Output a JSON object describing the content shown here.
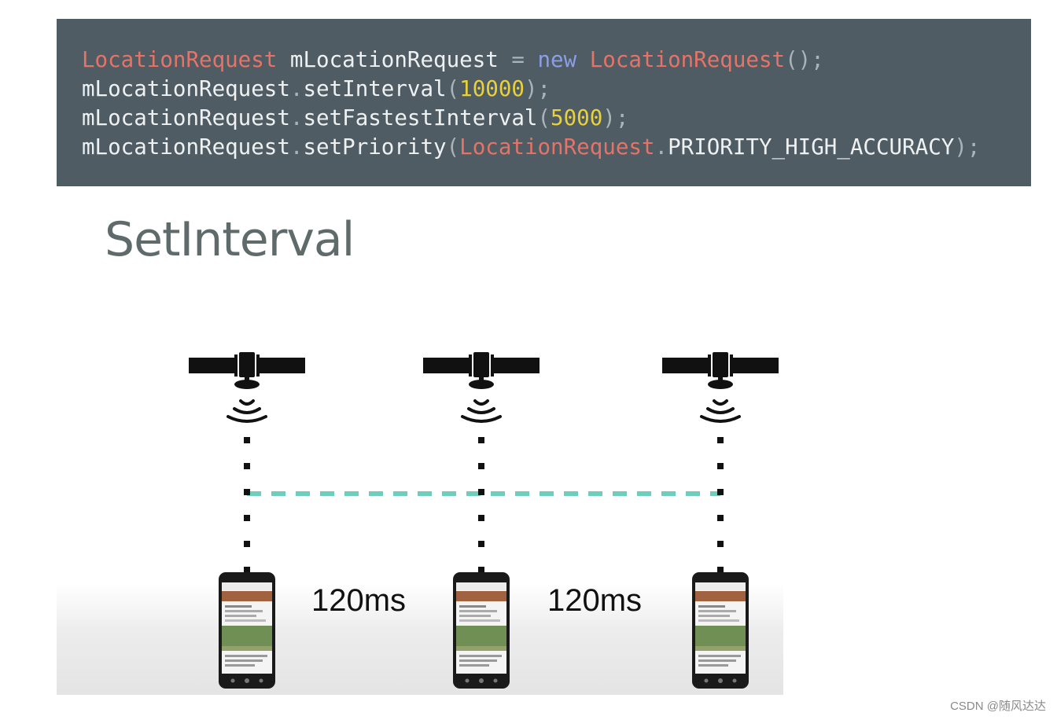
{
  "code": {
    "lines": [
      [
        {
          "t": "LocationRequest",
          "c": "class"
        },
        {
          "t": " mLocationRequest ",
          "c": "ident"
        },
        {
          "t": "=",
          "c": "punct"
        },
        {
          "t": " ",
          "c": "ident"
        },
        {
          "t": "new",
          "c": "kw"
        },
        {
          "t": " ",
          "c": "ident"
        },
        {
          "t": "LocationRequest",
          "c": "class"
        },
        {
          "t": "();",
          "c": "punct"
        }
      ],
      [
        {
          "t": "mLocationRequest",
          "c": "ident"
        },
        {
          "t": ".",
          "c": "punct"
        },
        {
          "t": "setInterval",
          "c": "ident"
        },
        {
          "t": "(",
          "c": "punct"
        },
        {
          "t": "10000",
          "c": "num"
        },
        {
          "t": ");",
          "c": "punct"
        }
      ],
      [
        {
          "t": "mLocationRequest",
          "c": "ident"
        },
        {
          "t": ".",
          "c": "punct"
        },
        {
          "t": "setFastestInterval",
          "c": "ident"
        },
        {
          "t": "(",
          "c": "punct"
        },
        {
          "t": "5000",
          "c": "num"
        },
        {
          "t": ");",
          "c": "punct"
        }
      ],
      [
        {
          "t": "mLocationRequest",
          "c": "ident"
        },
        {
          "t": ".",
          "c": "punct"
        },
        {
          "t": "setPriority",
          "c": "ident"
        },
        {
          "t": "(",
          "c": "punct"
        },
        {
          "t": "LocationRequest",
          "c": "class"
        },
        {
          "t": ".",
          "c": "punct"
        },
        {
          "t": "PRIORITY_HIGH_ACCURACY",
          "c": "ident"
        },
        {
          "t": ");",
          "c": "punct"
        }
      ]
    ]
  },
  "slide": {
    "title": "SetInterval"
  },
  "diagram": {
    "satellite_count": 3,
    "interval_labels": [
      "120ms",
      "120ms"
    ],
    "connector_color": "#6fcdbe"
  },
  "watermark": "CSDN @随风达达"
}
